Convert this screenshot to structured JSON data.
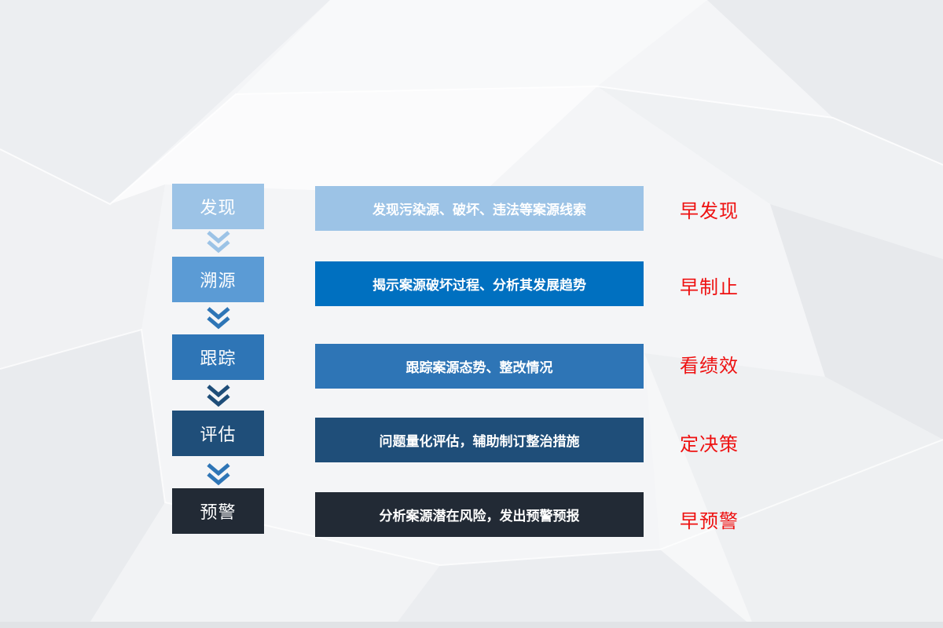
{
  "diagram": {
    "steps": [
      {
        "label": "发现",
        "color": "#9cc3e6"
      },
      {
        "label": "溯源",
        "color": "#5b9bd5"
      },
      {
        "label": "跟踪",
        "color": "#2e75b6"
      },
      {
        "label": "评估",
        "color": "#1f4e79"
      },
      {
        "label": "预警",
        "color": "#222a35"
      }
    ],
    "descriptions": [
      {
        "text": "发现污染源、破坏、违法等案源线索",
        "color": "#9cc3e6"
      },
      {
        "text": "揭示案源破坏过程、分析其发展趋势",
        "color": "#0070c0"
      },
      {
        "text": "跟踪案源态势、整改情况",
        "color": "#2e75b6"
      },
      {
        "text": "问题量化评估，辅助制订整治措施",
        "color": "#1f4e79"
      },
      {
        "text": "分析案源潜在风险，发出预警预报",
        "color": "#222a35"
      }
    ],
    "results": [
      "早发现",
      "早制止",
      "看绩效",
      "定决策",
      "早预警"
    ],
    "arrow_colors": [
      "#9cc3e6",
      "#2e75b6",
      "#1f4e79",
      "#2e75b6"
    ],
    "result_color": "#ee1111"
  }
}
